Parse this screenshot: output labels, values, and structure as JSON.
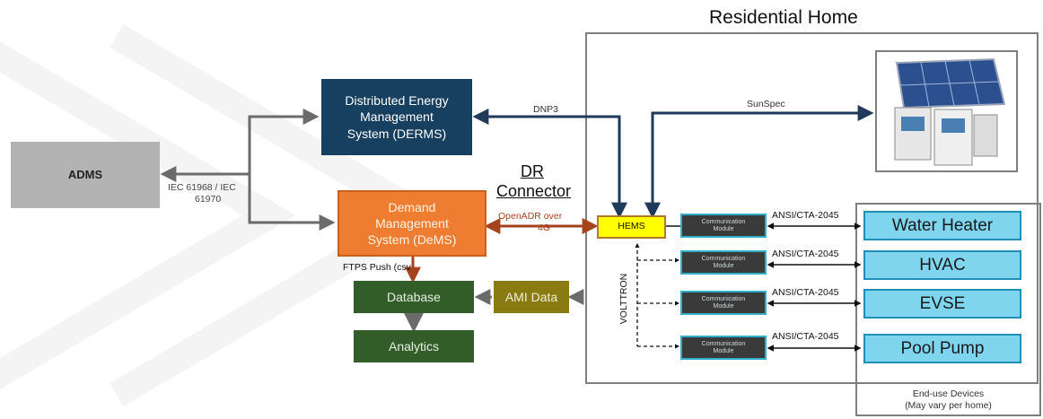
{
  "residential_home": {
    "title": "Residential Home"
  },
  "adms": {
    "label": "ADMS"
  },
  "derms": {
    "line1": "Distributed Energy",
    "line2": "Management",
    "line3": "System (DERMS)"
  },
  "dems": {
    "line1": "Demand",
    "line2": "Management",
    "line3": "System (DeMS)"
  },
  "database": {
    "label": "Database"
  },
  "analytics": {
    "label": "Analytics"
  },
  "ami": {
    "label": "AMI Data"
  },
  "hems": {
    "label": "HEMS"
  },
  "dr_connector": {
    "line1": "DR",
    "line2": "Connector"
  },
  "labels": {
    "iec_line1": "IEC 61968 / IEC",
    "iec_line2": "61970",
    "dnp3": "DNP3",
    "sunspec": "SunSpec",
    "openadr_line1": "OpenADR over",
    "openadr_line2": "4G",
    "ftps": "FTPS Push (csv",
    "volttron": "VOLTTRON"
  },
  "comm_modules": [
    {
      "line1": "Communication",
      "line2": "Module",
      "protocol": "ANSI/CTA-2045"
    },
    {
      "line1": "Communication",
      "line2": "Module",
      "protocol": "ANSI/CTA-2045"
    },
    {
      "line1": "Communication",
      "line2": "Module",
      "protocol": "ANSI/CTA-2045"
    },
    {
      "line1": "Communication",
      "line2": "Module",
      "protocol": "ANSI/CTA-2045"
    }
  ],
  "devices": [
    {
      "name": "Water Heater"
    },
    {
      "name": "HVAC"
    },
    {
      "name": "EVSE"
    },
    {
      "name": "Pool Pump"
    }
  ],
  "end_use": {
    "line1": "End-use Devices",
    "line2": "(May vary per home)"
  },
  "colors": {
    "adms": "#b3b3b3",
    "derms": "#173f5f",
    "dems": "#ee7d31",
    "database": "#325d29",
    "ami": "#8a7a12",
    "hems": "#ffff00",
    "device": "#7fd4ee",
    "device_border": "#1f8fb5",
    "comm_module": "#3a3a3a",
    "openadr_arrow": "#a4441c",
    "wire": "#5b5b5b"
  }
}
